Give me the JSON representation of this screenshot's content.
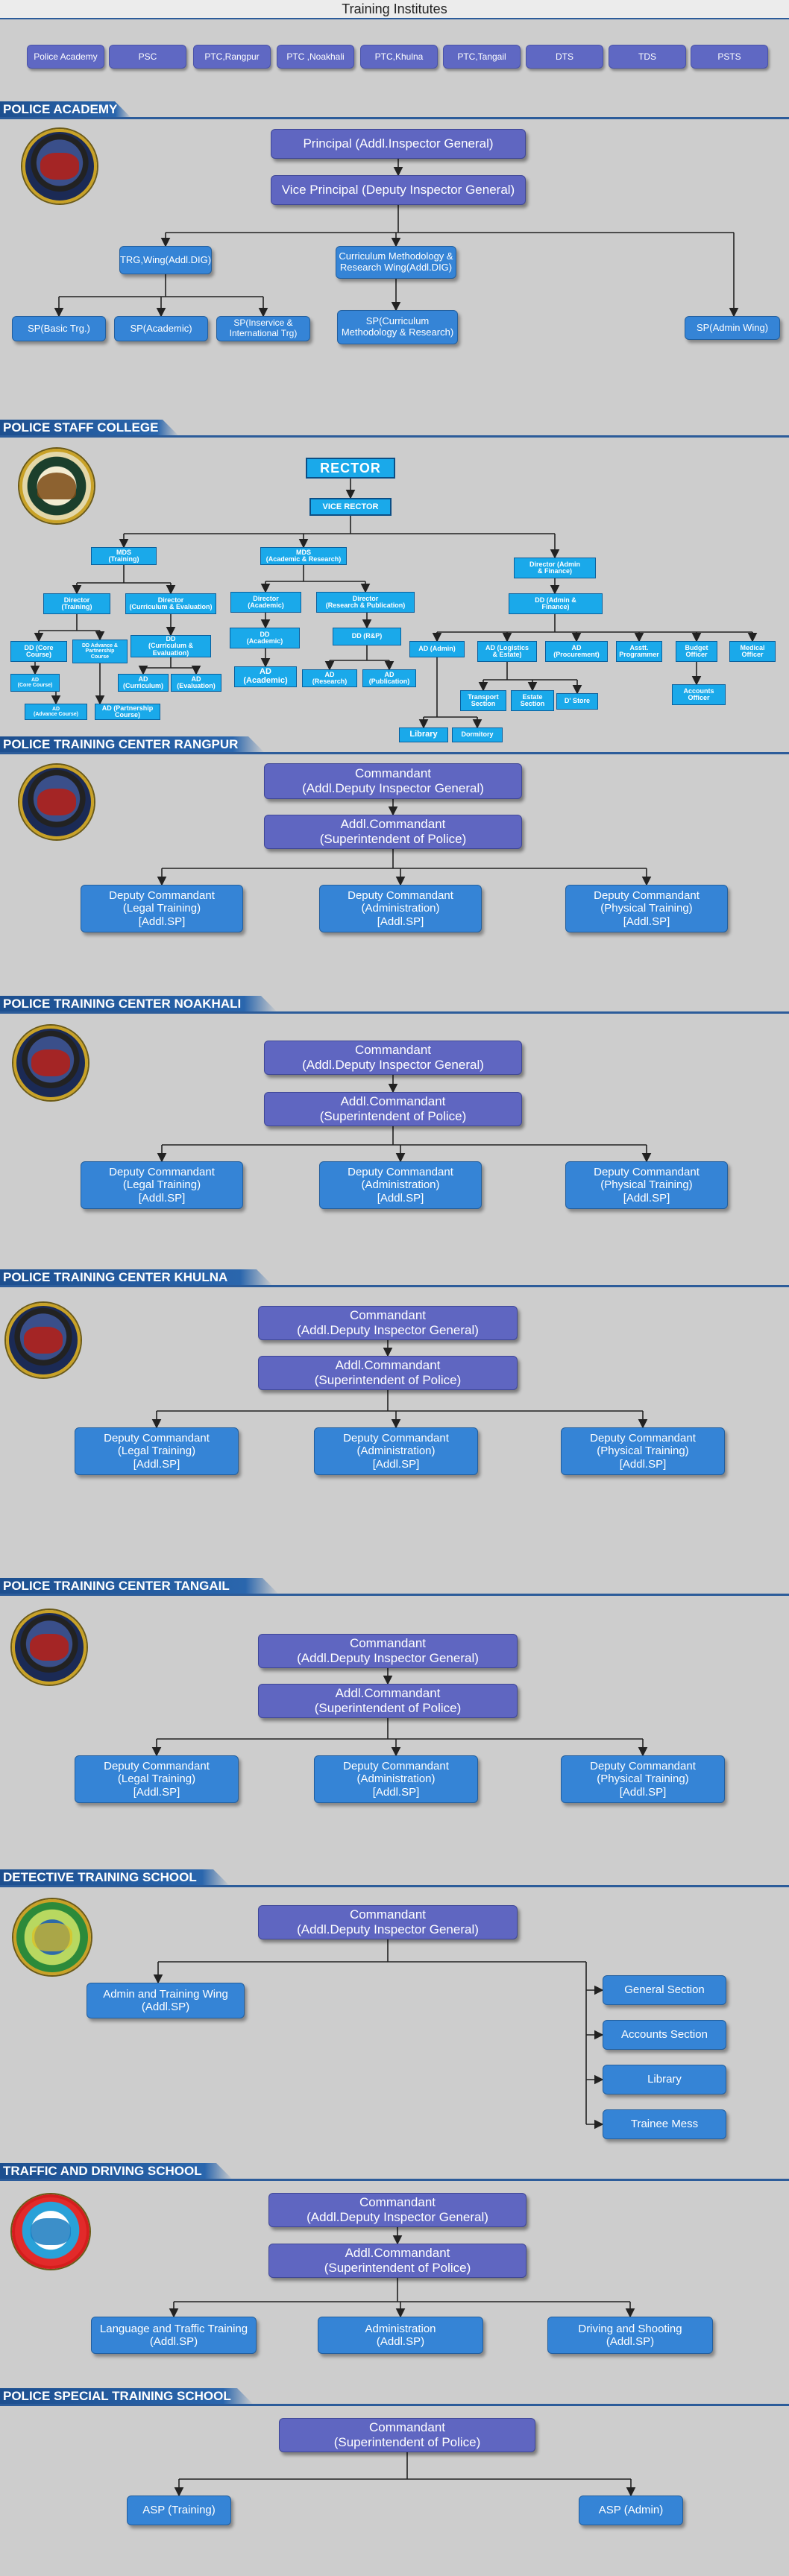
{
  "page_title": "Training Institutes",
  "nav": [
    "Police Academy",
    "PSC",
    "PTC,Rangpur",
    "PTC ,Noakhali",
    "PTC,Khulna",
    "PTC,Tangail",
    "DTS",
    "TDS",
    "PSTS"
  ],
  "sections": {
    "police_academy": {
      "header": "POLICE ACADEMY",
      "principal": "Principal (Addl.Inspector General)",
      "vice_principal": "Vice Principal (Deputy Inspector General)",
      "trg_wing": "TRG,Wing(Addl.DIG)",
      "curriculum_wing": "Curriculum Methodology &\nResearch Wing(Addl.DIG)",
      "sp_basic": "SP(Basic Trg.)",
      "sp_academic": "SP(Academic)",
      "sp_inservice": "SP(Inservice &\nInternational Trg)",
      "sp_curriculum": "SP(Curriculum\nMethodology & Research)",
      "sp_admin": "SP(Admin Wing)"
    },
    "psc": {
      "header": "POLICE STAFF COLLEGE",
      "rector": "RECTOR",
      "vice_rector": "VICE RECTOR",
      "mds_training": "MDS\n(Training)",
      "mds_academic": "MDS\n(Academic & Research)",
      "director_admin": "Director (Admin\n& Finance)",
      "director_training": "Director\n(Training)",
      "director_curriculum": "Director\n(Curriculum & Evaluation)",
      "director_academic": "Director\n(Academic)",
      "director_research": "Director\n(Research & Publication)",
      "dd_admin": "DD (Admin &\nFinance)",
      "dd_core": "DD (Core\nCourse)",
      "dd_advance": "DD Advance &\nPartnership\nCourse",
      "dd_curriculum": "DD\n(Curriculum &\nEvaluation)",
      "dd_academic": "DD\n(Academic)",
      "dd_rp": "DD (R&P)",
      "ad_core": "AD\n(Core Course)",
      "ad_curriculum": "AD\n(Curriculum)",
      "ad_evaluation": "AD\n(Evaluation)",
      "ad_academic": "AD\n(Academic)",
      "ad_research": "AD\n(Research)",
      "ad_publication": "AD\n(Publication)",
      "ad_advance": "AD\n(Advance Course)",
      "ad_partnership": "AD (Partnership\nCourse)",
      "ad_admin": "AD (Admin)",
      "ad_logistics": "AD (Logistics\n& Estate)",
      "ad_procurement": "AD\n(Procurement)",
      "asstt_programmer": "Asstt.\nProgrammer",
      "budget_officer": "Budget\nOfficer",
      "medical_officer": "Medical\nOfficer",
      "accounts_officer": "Accounts\nOfficer",
      "transport": "Transport\nSection",
      "estate": "Estate\nSection",
      "store": "D' Store",
      "library": "Library",
      "dormitory": "Dormitory"
    },
    "rangpur": {
      "header": "POLICE TRAINING CENTER RANGPUR",
      "commandant": "Commandant\n(Addl.Deputy Inspector General)",
      "addl_commandant": "Addl.Commandant\n(Superintendent of Police)",
      "dc_legal": "Deputy Commandant\n(Legal Training)\n[Addl.SP]",
      "dc_admin": "Deputy Commandant\n(Administration)\n[Addl.SP]",
      "dc_physical": "Deputy Commandant\n(Physical Training)\n[Addl.SP]"
    },
    "noakhali": {
      "header": "POLICE TRAINING CENTER NOAKHALI",
      "commandant": "Commandant\n(Addl.Deputy Inspector General)",
      "addl_commandant": "Addl.Commandant\n(Superintendent of Police)",
      "dc_legal": "Deputy Commandant\n(Legal Training)\n[Addl.SP]",
      "dc_admin": "Deputy Commandant\n(Administration)\n[Addl.SP]",
      "dc_physical": "Deputy Commandant\n(Physical Training)\n[Addl.SP]"
    },
    "khulna": {
      "header": "POLICE TRAINING CENTER KHULNA",
      "commandant": "Commandant\n(Addl.Deputy Inspector General)",
      "addl_commandant": "Addl.Commandant\n(Superintendent of Police)",
      "dc_legal": "Deputy Commandant\n(Legal Training)\n[Addl.SP]",
      "dc_admin": "Deputy Commandant\n(Administration)\n[Addl.SP]",
      "dc_physical": "Deputy Commandant\n(Physical Training)\n[Addl.SP]"
    },
    "tangail": {
      "header": "POLICE TRAINING CENTER TANGAIL",
      "commandant": "Commandant\n(Addl.Deputy Inspector General)",
      "addl_commandant": "Addl.Commandant\n(Superintendent of Police)",
      "dc_legal": "Deputy Commandant\n(Legal Training)\n[Addl.SP]",
      "dc_admin": "Deputy Commandant\n(Administration)\n[Addl.SP]",
      "dc_physical": "Deputy Commandant\n(Physical Training)\n[Addl.SP]"
    },
    "dts": {
      "header": "DETECTIVE TRAINING SCHOOL",
      "commandant": "Commandant\n(Addl.Deputy Inspector General)",
      "admin_wing": "Admin and Training Wing\n(Addl.SP)",
      "general_section": "General Section",
      "accounts_section": "Accounts Section",
      "library": "Library",
      "trainee_mess": "Trainee Mess"
    },
    "tds": {
      "header": "TRAFFIC AND DRIVING SCHOOL",
      "commandant": "Commandant\n(Addl.Deputy Inspector General)",
      "addl_commandant": "Addl.Commandant\n(Superintendent of Police)",
      "language_traffic": "Language and Traffic Training\n(Addl.SP)",
      "administration": "Administration\n(Addl.SP)",
      "driving_shooting": "Driving and Shooting\n(Addl.SP)"
    },
    "psts": {
      "header": "POLICE SPECIAL TRAINING SCHOOL",
      "commandant": "Commandant\n(Superintendent of Police)",
      "asp_training": "ASP (Training)",
      "asp_admin": "ASP (Admin)"
    }
  },
  "colors": {
    "header_blue": "#2a66ad",
    "purple_box": "#5f66c1",
    "blue_box": "#3584d6",
    "cyan_box": "#1aa9ea",
    "background": "#cdcdcd"
  },
  "logos": [
    "police-academy-emblem",
    "police-staff-college-emblem",
    "ptc-rangpur-emblem",
    "ptc-noakhali-emblem",
    "ptc-khulna-emblem",
    "ptc-tangail-emblem",
    "dts-emblem",
    "tds-emblem"
  ]
}
